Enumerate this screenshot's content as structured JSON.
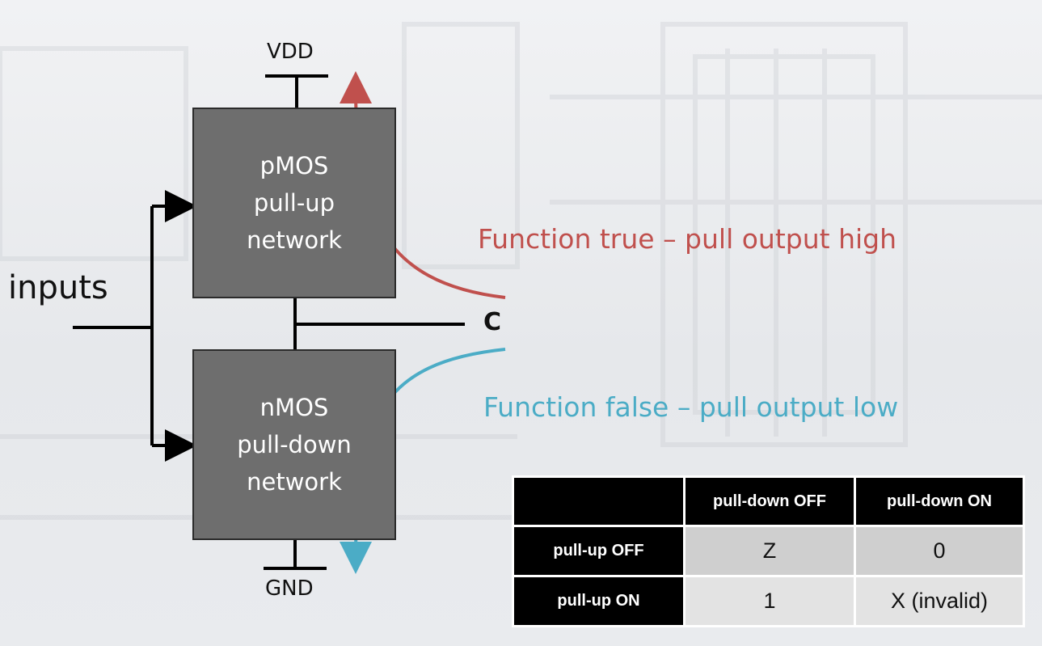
{
  "rails": {
    "vdd": "VDD",
    "gnd": "GND"
  },
  "inputs_label": "inputs",
  "output_label": "C",
  "pull_up_block": {
    "line1": "pMOS",
    "line2": "pull-up",
    "line3": "network"
  },
  "pull_down_block": {
    "line1": "nMOS",
    "line2": "pull-down",
    "line3": "network"
  },
  "annotations": {
    "function_true": "Function true – pull output high",
    "function_false": "Function false – pull output low"
  },
  "colors": {
    "pull_up_arrow": "#c0504d",
    "pull_down_arrow": "#4bacc6",
    "block_fill": "#6e6e6e"
  },
  "table": {
    "corner": "",
    "col_headers": [
      "pull-down OFF",
      "pull-down ON"
    ],
    "rows": [
      {
        "header": "pull-up OFF",
        "cells": [
          "Z",
          "0"
        ]
      },
      {
        "header": "pull-up ON",
        "cells": [
          "1",
          "X (invalid)"
        ]
      }
    ]
  }
}
